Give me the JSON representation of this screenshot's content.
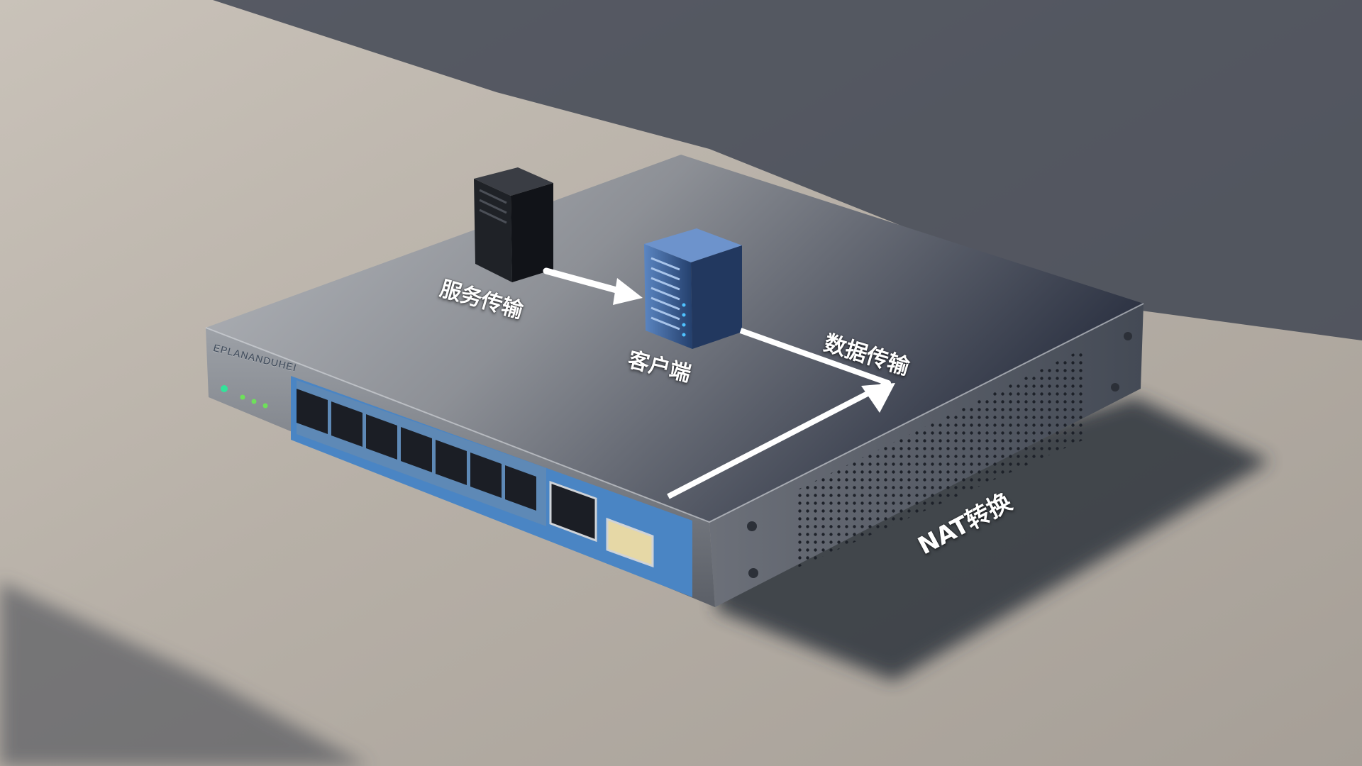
{
  "scene": {
    "subject": "network router",
    "brand_text": "EPLANANDUHEI",
    "labels": {
      "service_transfer": "服务传输",
      "client": "客户端",
      "data_transfer": "数据传输",
      "nat_conversion": "NAT转换"
    },
    "port_count": 8,
    "colors": {
      "floor": "#8d8781",
      "chassis": "#7f838a",
      "accent_blue": "#4a85c4",
      "server_blue": "#2e4f82",
      "arrow": "#ffffff"
    },
    "icons": [
      "black-server-icon",
      "blue-server-icon"
    ]
  }
}
